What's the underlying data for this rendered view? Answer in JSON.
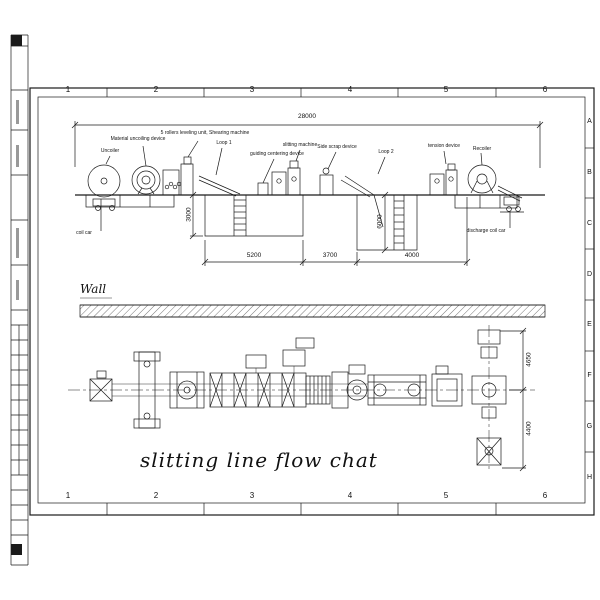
{
  "sheet": {
    "columns": [
      "1",
      "2",
      "3",
      "4",
      "5",
      "6"
    ],
    "rows": [
      "A",
      "B",
      "C",
      "D",
      "E",
      "F",
      "G",
      "H"
    ]
  },
  "drawing": {
    "title": "slitting line flow chat",
    "wall_label": "Wall"
  },
  "machine_labels": {
    "uncoiler": "Uncoiler",
    "material_uncoiling_device": "Material uncoiling device",
    "leveling_shearing": "5 rollers leveling unit, Shearing machine",
    "loop_1": "Loop 1",
    "slitting_machine": "slitting machine",
    "guiding_centering_device": "guiding centering device",
    "side_scrap_device": "Side scrap device",
    "loop_2": "Loop 2",
    "tension_device": "tension device",
    "recoiler": "Recoiler",
    "coil_car": "coil car",
    "discharge_coil_car": "discharge coil car"
  },
  "dimensions": {
    "overall_length": "28000",
    "pit1_depth": "3000",
    "pit2_depth": "6000",
    "span_1": "5200",
    "span_2": "3700",
    "span_3": "4000",
    "plan_offset_upper": "4650",
    "plan_offset_lower": "4400"
  },
  "colors": {
    "line": "#1a1a1a",
    "background": "#ffffff"
  }
}
